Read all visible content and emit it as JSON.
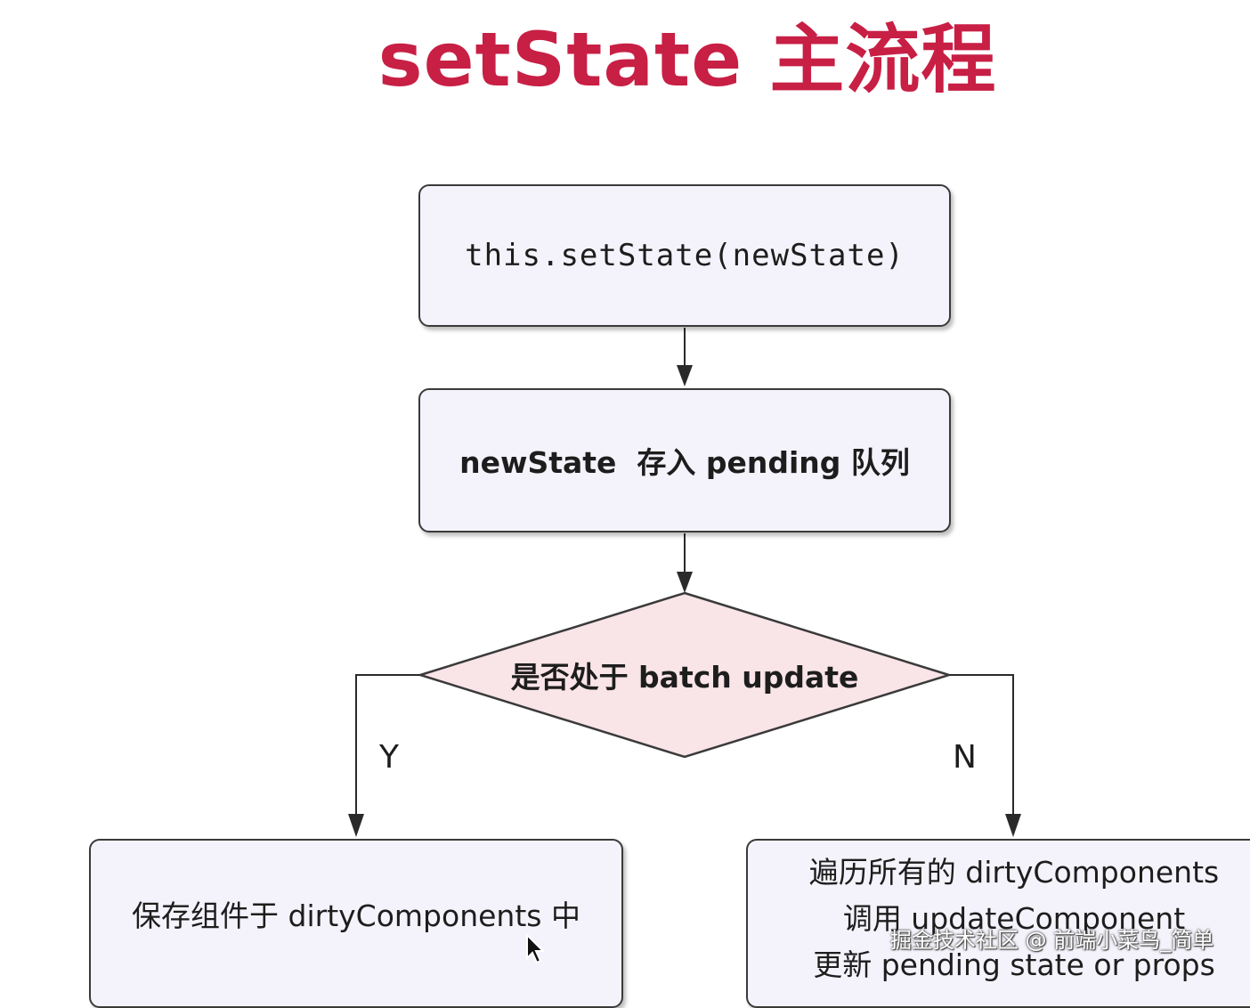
{
  "title": "setState 主流程",
  "nodes": {
    "start": "this.setState(newState)",
    "pending": "newState  存入 pending 队列",
    "decision": "是否处于 batch update",
    "yes_action": "保存组件于 dirtyComponents 中",
    "no_action": {
      "line1": "遍历所有的 dirtyComponents",
      "line2": "调用 updateComponent",
      "line3": "更新 pending state or props"
    }
  },
  "branches": {
    "yes": "Y",
    "no": "N"
  },
  "watermark": "掘金技术社区 @ 前端小菜鸟_简单",
  "colors": {
    "title": "#c81f45",
    "node_fill": "#f4f3fb",
    "decision_fill": "#f9e4e8",
    "stroke": "#3a3a3a"
  }
}
